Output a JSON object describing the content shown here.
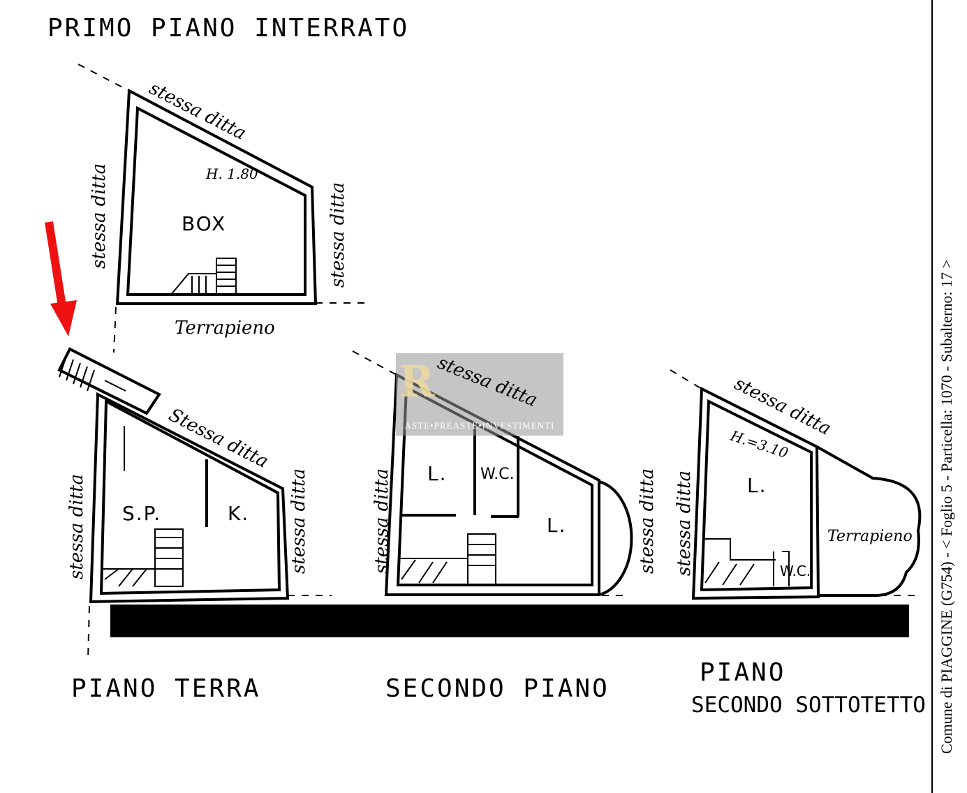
{
  "titles": {
    "basement": "PRIMO PIANO INTERRATO",
    "ground": "PIANO  TERRA",
    "second": "SECONDO PIANO",
    "attic_line1": "PIANO",
    "attic_line2": "SECONDO SOTTOTETTO"
  },
  "labels": {
    "same_owner": "stessa ditta",
    "same_owner_cap": "Stessa ditta",
    "embankment": "Terrapieno",
    "box": "BOX",
    "box_height": "H. 1.80",
    "sp": "S.P.",
    "k": "K.",
    "l": "L.",
    "wc": "W.C.",
    "attic_height": "H.=3.10"
  },
  "sidebar_text": "Comune di PIAGGINE (G754) - < Foglio 5 - Particella: 1070 - Subalterno: 17 >",
  "watermark": {
    "logo": "R",
    "text": "ASTE•PREASTE•INVESTIMENTI"
  },
  "colors": {
    "arrow": "#ee1111",
    "ink": "#000000"
  }
}
